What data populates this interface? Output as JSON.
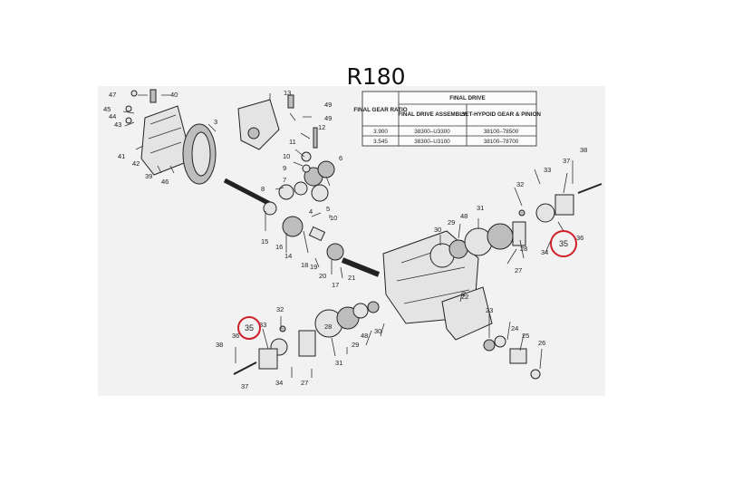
{
  "title": "R180",
  "table": {
    "header_col1": "FINAL GEAR RATIO",
    "header_group": "FINAL DRIVE",
    "header_col2": "FINAL DRIVE ASSEMBLY",
    "header_col3": "SET-HYPOID GEAR & PINION",
    "rows": [
      {
        "ratio": "3.900",
        "assembly": "38300–U3300",
        "set": "38100–78500"
      },
      {
        "ratio": "3.545",
        "assembly": "38300–U3100",
        "set": "38100–78700"
      }
    ]
  },
  "callouts": {
    "c47": "47",
    "c40": "40",
    "c45": "45",
    "c44": "44",
    "c43": "43",
    "c41": "41",
    "c42": "42",
    "c39": "39",
    "c46": "46",
    "c3": "3",
    "c13": "13",
    "c49a": "49",
    "c49b": "49",
    "c12": "12",
    "c11": "11",
    "c10a": "10",
    "c9": "9",
    "c7": "7",
    "c6": "6",
    "c8": "8",
    "c5": "5",
    "c10b": "10",
    "c4": "4",
    "c15": "15",
    "c16": "16",
    "c14": "14",
    "c18": "18",
    "c19": "19",
    "c20": "20",
    "c17": "17",
    "c21": "21",
    "c22": "22",
    "c38a": "38",
    "c37a": "37",
    "c33a": "33",
    "c32a": "32",
    "c36a": "36",
    "c34a": "34",
    "c35a": "35",
    "c31a": "31",
    "c48a": "48",
    "c29a": "29",
    "c30a": "30",
    "c28a": "28",
    "c27a": "27",
    "c2": "2",
    "c32b": "32",
    "c35b": "35",
    "c33b": "33",
    "c36b": "36",
    "c38b": "38",
    "c37b": "37",
    "c34b": "34",
    "c27b": "27",
    "c31b": "31",
    "c48b": "48",
    "c29b": "29",
    "c30b": "30",
    "c28b": "28",
    "c23": "23",
    "c24": "24",
    "c25": "25",
    "c26": "26"
  }
}
